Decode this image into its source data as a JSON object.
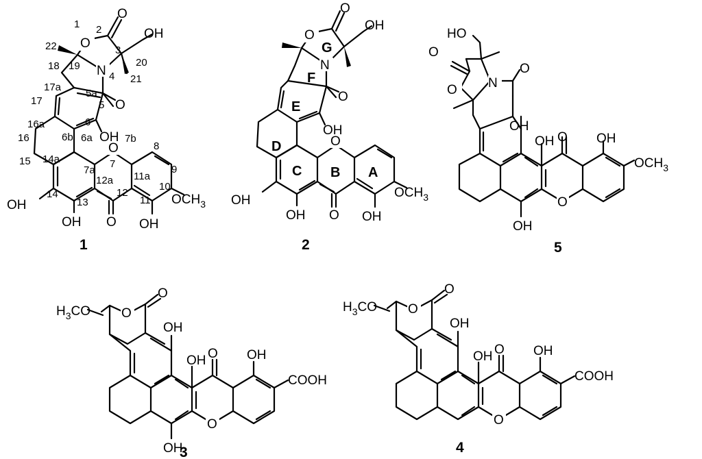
{
  "compounds": [
    {
      "id": "1",
      "atoms": {
        "o1": "O",
        "o2": "O",
        "oh20": "OH",
        "n4": "N",
        "o5": "O",
        "oh6": "OH",
        "o7": "O",
        "ome10": "OCH",
        "sub3": "3",
        "oh11": "OH",
        "o12": "O",
        "oh13": "OH",
        "oh14": "OH"
      },
      "numbering": [
        "1",
        "2",
        "3",
        "4",
        "5",
        "5a",
        "6",
        "6a",
        "6b",
        "7",
        "7a",
        "7b",
        "8",
        "9",
        "10",
        "11",
        "11a",
        "12",
        "12a",
        "13",
        "14",
        "14a",
        "15",
        "16",
        "16a",
        "17",
        "17a",
        "18",
        "19",
        "20",
        "21",
        "22"
      ]
    },
    {
      "id": "2",
      "atoms": {
        "o1": "O",
        "o2": "O",
        "oh20": "OH",
        "n4": "N",
        "o5": "O",
        "oh6": "OH",
        "o7": "O",
        "ome10": "OCH",
        "sub3": "3",
        "oh11": "OH",
        "o12": "O",
        "oh13": "OH",
        "oh14": "OH"
      },
      "rings": [
        "A",
        "B",
        "C",
        "D",
        "E",
        "F",
        "G"
      ]
    },
    {
      "id": "5",
      "atoms": {
        "oh": "HO",
        "o1": "O",
        "o2": "O",
        "n": "N",
        "o3": "O",
        "oh4": "OH",
        "oh5": "OH",
        "o6": "O",
        "oh7": "OH",
        "ome": "OCH",
        "sub3": "3",
        "oh8": "OH",
        "o9": "O"
      }
    },
    {
      "id": "3",
      "atoms": {
        "ome": "H",
        "meo": "CO",
        "sub3": "3",
        "o1": "O",
        "o2": "O",
        "oh1": "OH",
        "oh2": "OH",
        "o3": "O",
        "oh3": "OH",
        "cooh": "COOH",
        "oh4": "OH",
        "o4": "O"
      }
    },
    {
      "id": "4",
      "atoms": {
        "ome": "H",
        "meo": "CO",
        "sub3": "3",
        "o1": "O",
        "o2": "O",
        "oh1": "OH",
        "oh2": "OH",
        "o3": "O",
        "oh3": "OH",
        "cooh": "COOH",
        "o4": "O"
      }
    }
  ]
}
